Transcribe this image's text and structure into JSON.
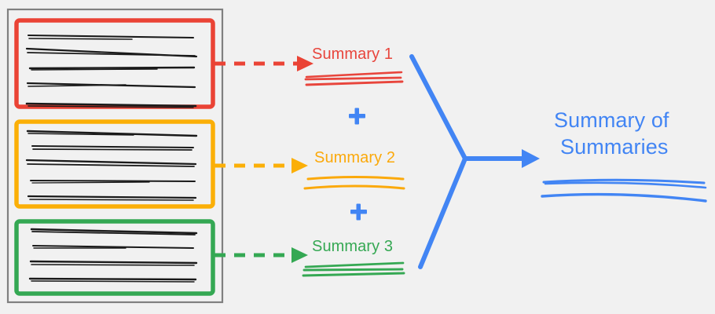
{
  "diagram": {
    "title_semantic": "map-reduce-summarization-flow",
    "background_color": "#f1f1f1"
  },
  "source_document": {
    "name": "source-document",
    "border_color": "#808080",
    "chunks": [
      {
        "id": "chunk-1",
        "color": "#EA4335",
        "line_count": 5,
        "label": "red-chunk"
      },
      {
        "id": "chunk-2",
        "color": "#FBAF07",
        "line_count": 5,
        "label": "orange-chunk"
      },
      {
        "id": "chunk-3",
        "color": "#34A853",
        "line_count": 4,
        "label": "green-chunk"
      }
    ],
    "text_line_color": "#1a1a1a"
  },
  "summaries": [
    {
      "label": "Summary 1",
      "color": "#E8453C",
      "arrow_color": "#EA4335",
      "scribble_lines": 3
    },
    {
      "label": "Summary 2",
      "color": "#FBA90B",
      "arrow_color": "#FBAF07",
      "scribble_lines": 2
    },
    {
      "label": "Summary 3",
      "color": "#35A853",
      "arrow_color": "#34A853",
      "scribble_lines": 3
    }
  ],
  "operators": [
    {
      "symbol": "+",
      "color": "#4285F4",
      "name": "plus-one"
    },
    {
      "symbol": "+",
      "color": "#4285F4",
      "name": "plus-two"
    }
  ],
  "final": {
    "line_1": "Summary of",
    "line_2": "Summaries",
    "color": "#4285F4",
    "scribble_lines": 3,
    "arrow_color": "#4285F4"
  },
  "colors": {
    "red": "#EA4335",
    "orange": "#FBAF07",
    "green": "#34A853",
    "blue": "#4285F4",
    "gray": "#808080",
    "background": "#f1f1f1",
    "ink": "#1a1a1a"
  }
}
